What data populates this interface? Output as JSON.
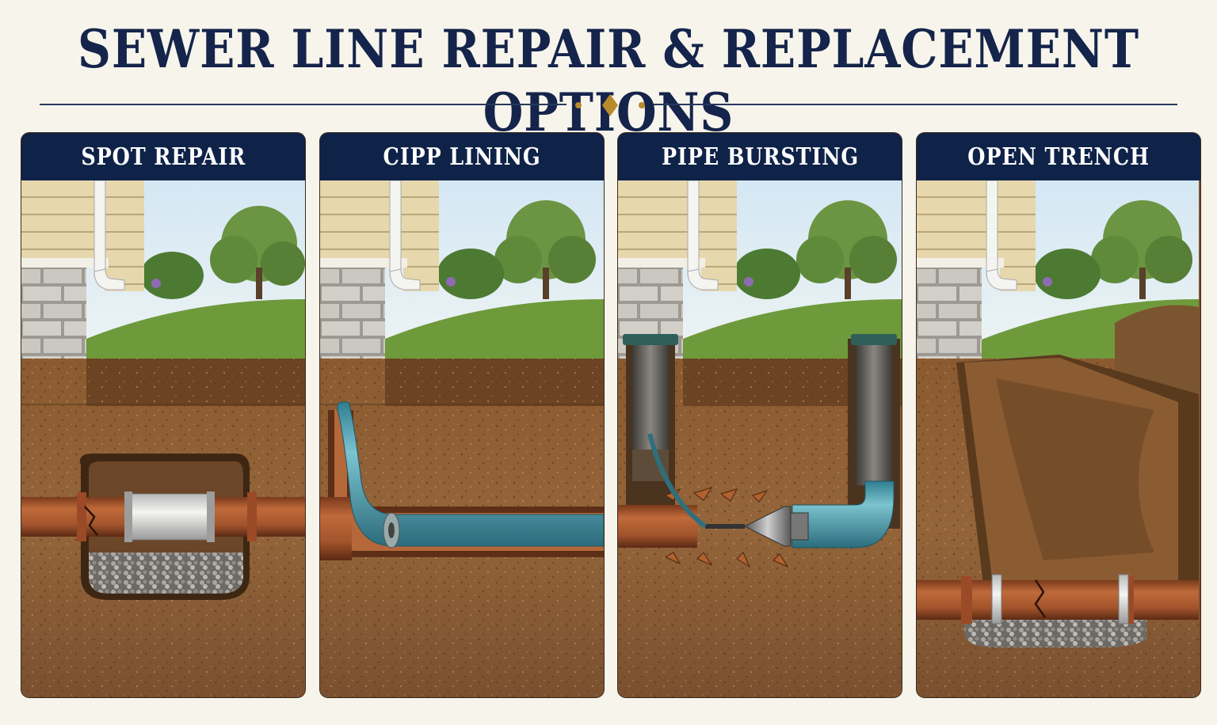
{
  "title": "SEWER LINE REPAIR & REPLACEMENT OPTIONS",
  "panels": [
    {
      "heading": "SPOT REPAIR"
    },
    {
      "heading": "CIPP LINING"
    },
    {
      "heading": "PIPE BURSTING"
    },
    {
      "heading": "OPEN TRENCH"
    }
  ],
  "colors": {
    "navy": "#0f2248",
    "gold": "#b98a2c",
    "soil": "#8a5c33",
    "clay_pipe": "#a2542c",
    "liner_teal": "#4fa3b5",
    "sky": "#dcecf6",
    "grass": "#6e9a3c"
  },
  "icons": [
    "house-siding",
    "downspout",
    "tree",
    "shrub",
    "pipe",
    "coupling",
    "liner",
    "bursting-head",
    "access-pit",
    "trench"
  ]
}
